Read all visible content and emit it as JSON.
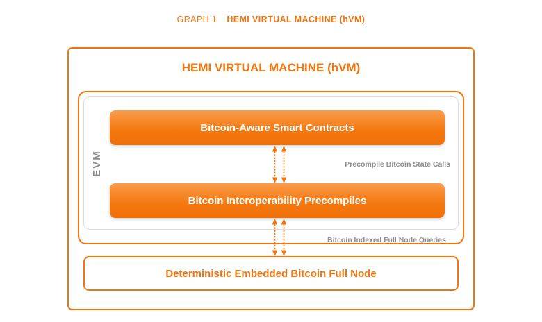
{
  "caption": {
    "prefix": "GRAPH 1",
    "title": "HEMI VIRTUAL MACHINE (hVM)"
  },
  "diagram": {
    "title": "HEMI VIRTUAL MACHINE (hVM)",
    "evm_label": "EVM",
    "boxes": {
      "smart_contracts": "Bitcoin-Aware Smart Contracts",
      "precompiles": "Bitcoin Interoperability Precompiles",
      "full_node": "Deterministic Embedded Bitcoin Full Node"
    },
    "annotations": {
      "state_calls": "Precompile Bitcoin State Calls",
      "node_queries": "Bitcoin Indexed Full Node Queries"
    },
    "colors": {
      "orange": "#F2740D",
      "orange_gradient_top": "#F99C4A",
      "orange_gradient_bottom": "#F07009",
      "gray_label": "#8E8E8E",
      "panel_border": "#DCDCDC",
      "background": "#FFFFFF"
    }
  }
}
